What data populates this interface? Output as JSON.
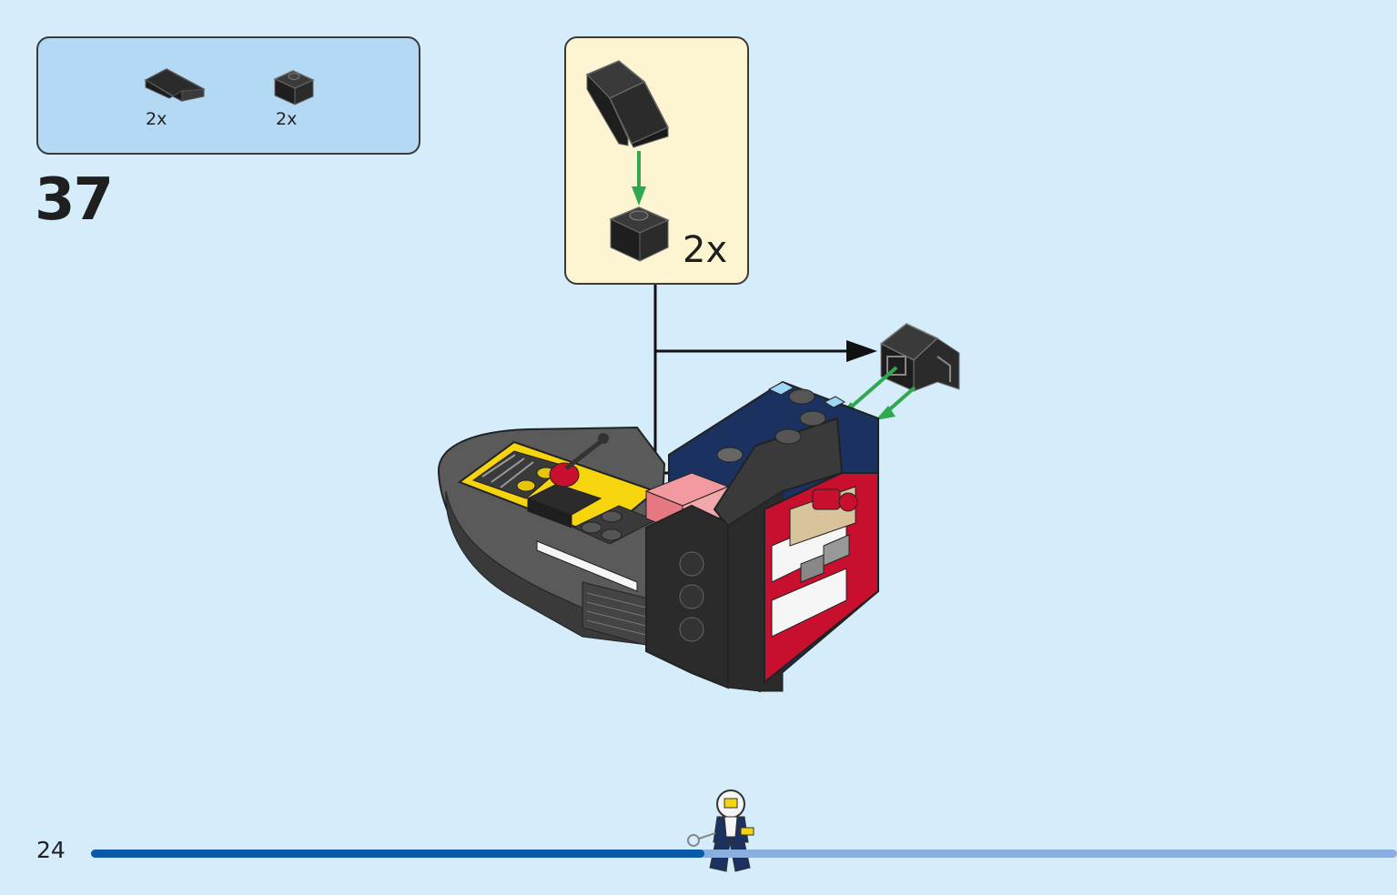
{
  "parts_list": [
    {
      "name": "black-slope-brick-icon",
      "qty": "2x"
    },
    {
      "name": "black-1x1-brick-icon",
      "qty": "2x"
    }
  ],
  "step_number": "37",
  "sub_assembly": {
    "qty": "2x"
  },
  "page_number": "24",
  "progress": {
    "fraction": 0.47
  },
  "colors": {
    "background": "#d5edfb",
    "parts_box": "#b4d9f5",
    "sub_box": "#fdf5d2",
    "progress_done": "#0b5aa7",
    "progress_remaining": "#8aaede",
    "arrow_green": "#2fa84f",
    "brick_black": "#2b2b2b",
    "brick_dark_gray": "#5a5a5a",
    "brick_blue": "#1b3260",
    "brick_red": "#c8102e",
    "brick_yellow": "#f6d40e",
    "brick_tan": "#d8c39b"
  }
}
